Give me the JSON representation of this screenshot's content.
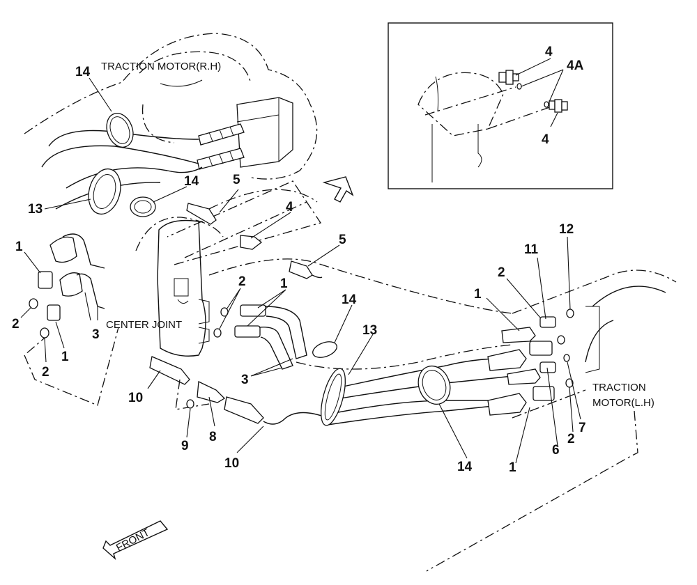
{
  "labels": {
    "motor_rh": "TRACTION MOTOR(R.H)",
    "center_joint": "CENTER JOINT",
    "motor_lh_line1": "TRACTION",
    "motor_lh_line2": "MOTOR(L.H)",
    "front": "FRONT"
  },
  "callouts": {
    "c14_top": "14",
    "c14_mid": "14",
    "c13_left": "13",
    "c5_top": "5",
    "c4_mid": "4",
    "c5_right": "5",
    "c1_left_top": "1",
    "c2_left": "2",
    "c3_left": "3",
    "c1_left_bottom": "1",
    "c2_left_bottom": "2",
    "c2_center": "2",
    "c1_center": "1",
    "c14_center": "14",
    "c13_center": "13",
    "c3_center": "3",
    "c10_left": "10",
    "c9": "9",
    "c8": "8",
    "c10_bottom": "10",
    "c14_bottom": "14",
    "c12": "12",
    "c11": "11",
    "c2_right": "2",
    "c1_right": "1",
    "c7": "7",
    "c2_right_bottom": "2",
    "c6": "6",
    "c1_right_bottom": "1",
    "inset_4_top": "4",
    "inset_4a": "4A",
    "inset_4_bottom": "4"
  }
}
